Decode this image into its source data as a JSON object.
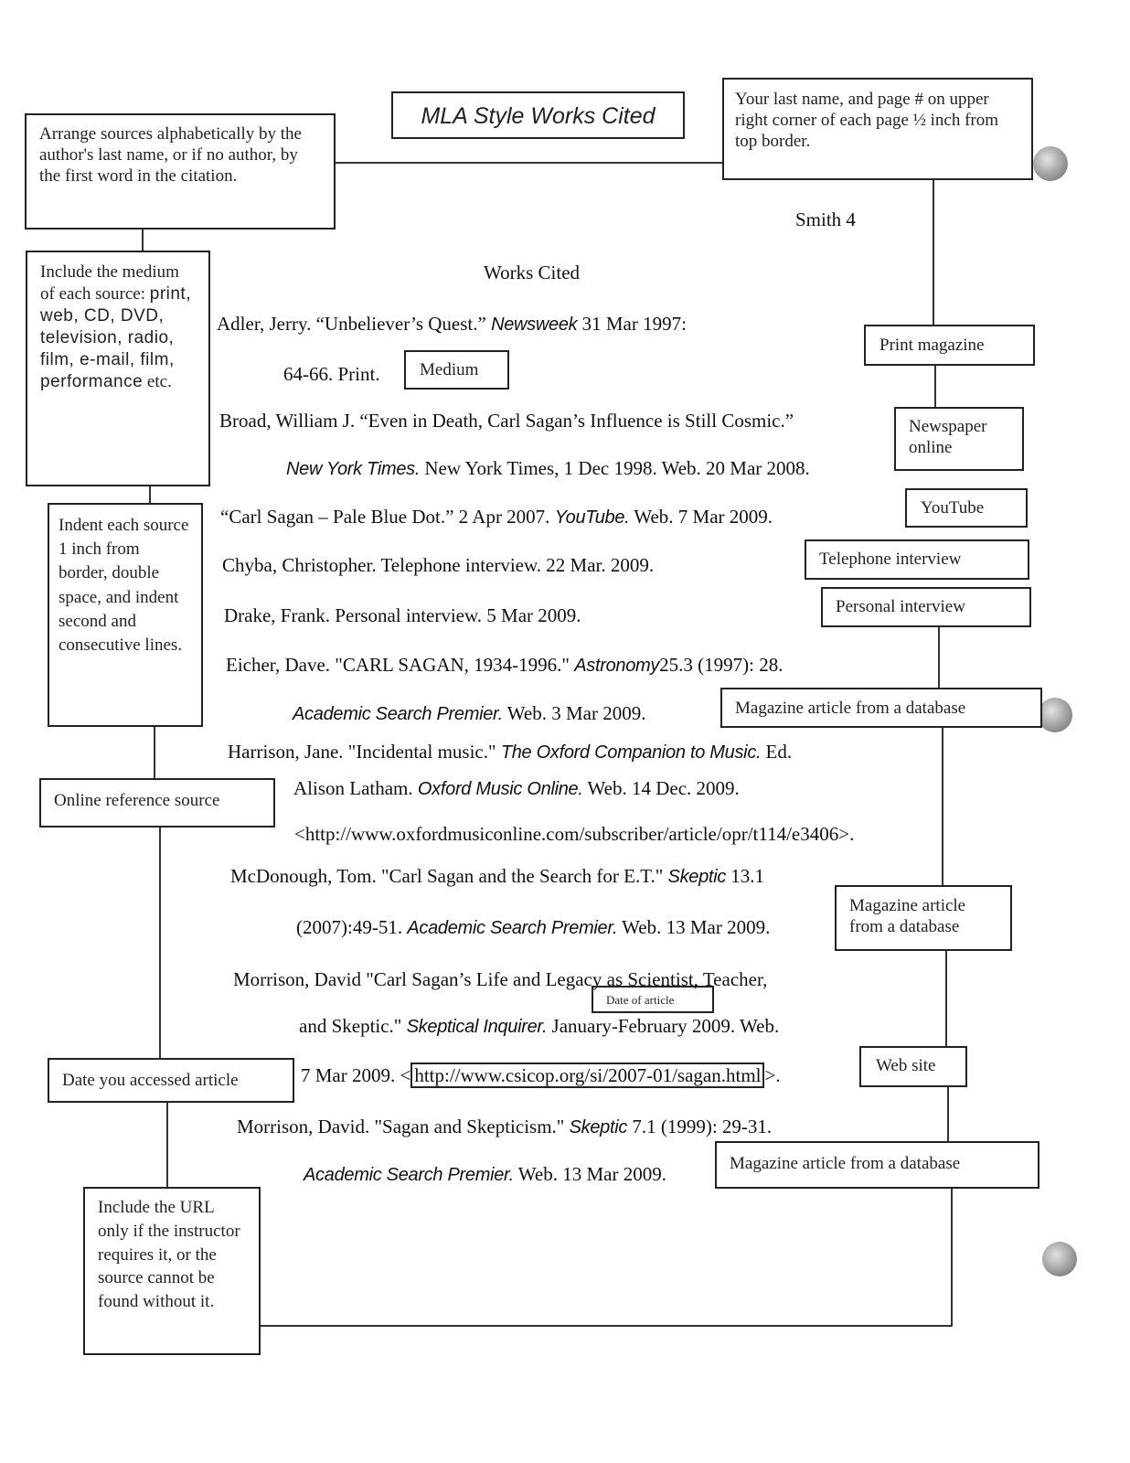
{
  "title": "MLA Style Works Cited",
  "header": {
    "page_number": "Smith 4",
    "heading": "Works Cited"
  },
  "notes": {
    "arrange": "Arrange sources alphabetically by the author's last name, or if no author, by the first word in the citation.",
    "last_name": "Your last name, and page # on upper right corner of each page ½ inch from top border.",
    "medium_intro": "Include the medium of each source:",
    "medium_list": "print, web, CD, DVD, television, radio, film, e-mail, film, performance",
    "medium_etc": "etc.",
    "indent": "Indent each source 1 inch from border, double space, and indent second and consecutive lines.",
    "online_ref": "Online reference source",
    "date_accessed": "Date you accessed article",
    "url_note": "Include the URL only if the instructor requires it, or the source cannot be found without it."
  },
  "labels": {
    "medium": "Medium",
    "print_magazine": "Print magazine",
    "newspaper_online": "Newspaper online",
    "youtube": "YouTube",
    "telephone": "Telephone interview",
    "personal": "Personal interview",
    "mag_db_1": "Magazine article from a database",
    "mag_db_2": "Magazine article from a database",
    "date_of_article": "Date of article",
    "web_site": "Web site",
    "mag_db_3": "Magazine article from a database"
  },
  "citations": {
    "adler_1": "Adler, Jerry. “Unbeliever’s Quest.”",
    "adler_1_it": "Newsweek",
    "adler_1_end": "31  Mar 1997:",
    "adler_2": "64-66. Print.",
    "broad_1": "Broad, William J. “Even in Death, Carl Sagan’s Influence is Still Cosmic.”",
    "broad_2_it": "New York Times.",
    "broad_2": "New York Times, 1 Dec 1998. Web. 20 Mar 2008.",
    "sagan_1": "“Carl Sagan – Pale Blue Dot.” 2 Apr 2007.",
    "sagan_1_it": "YouTube.",
    "sagan_1_end": "Web. 7 Mar 2009.",
    "chyba": "Chyba, Christopher. Telephone interview. 22 Mar. 2009.",
    "drake": "Drake, Frank. Personal interview. 5 Mar 2009.",
    "eicher_1": "Eicher, Dave. \"CARL SAGAN, 1934-1996.\"",
    "eicher_1_it": "Astronomy",
    "eicher_1_end": "25.3 (1997): 28.",
    "eicher_2_it": "Academic Search Premier.",
    "eicher_2": "Web. 3 Mar 2009.",
    "harrison_1": "Harrison, Jane. \"Incidental music.\"",
    "harrison_1_it": "The Oxford Companion to Music.",
    "harrison_1_end": "Ed.",
    "harrison_2": "Alison Latham.",
    "harrison_2_it": "Oxford Music Online.",
    "harrison_2_end": "Web. 14 Dec. 2009.",
    "harrison_3": "<http://www.oxfordmusiconline.com/subscriber/article/opr/t114/e3406>.",
    "mcdonough_1": "McDonough, Tom. \"Carl Sagan and the Search for E.T.\"",
    "mcdonough_1_it": "Skeptic",
    "mcdonough_1_end": "13.1",
    "mcdonough_2": "(2007):49-51.",
    "mcdonough_2_it": "Academic Search Premier.",
    "mcdonough_2_end": "Web. 13 Mar 2009.",
    "morrison1_1": "Morrison, David \"Carl Sagan’s Life and Legacy as Scientist, Teacher,",
    "morrison1_2": "and Skeptic.\"",
    "morrison1_2_it": "Skeptical Inquirer.",
    "morrison1_2_end": "January-February 2009. Web.",
    "morrison1_3": "7 Mar 2009. <",
    "morrison1_3_url": "http://www.csicop.org/si/2007-01/sagan.html",
    "morrison1_3_end": ">.",
    "morrison2_1": "Morrison, David. \"Sagan and Skepticism.\"",
    "morrison2_1_it": "Skeptic",
    "morrison2_1_end": "7.1 (1999): 29-31.",
    "morrison2_2_it": "Academic Search Premier.",
    "morrison2_2": "Web. 13 Mar 2009."
  }
}
